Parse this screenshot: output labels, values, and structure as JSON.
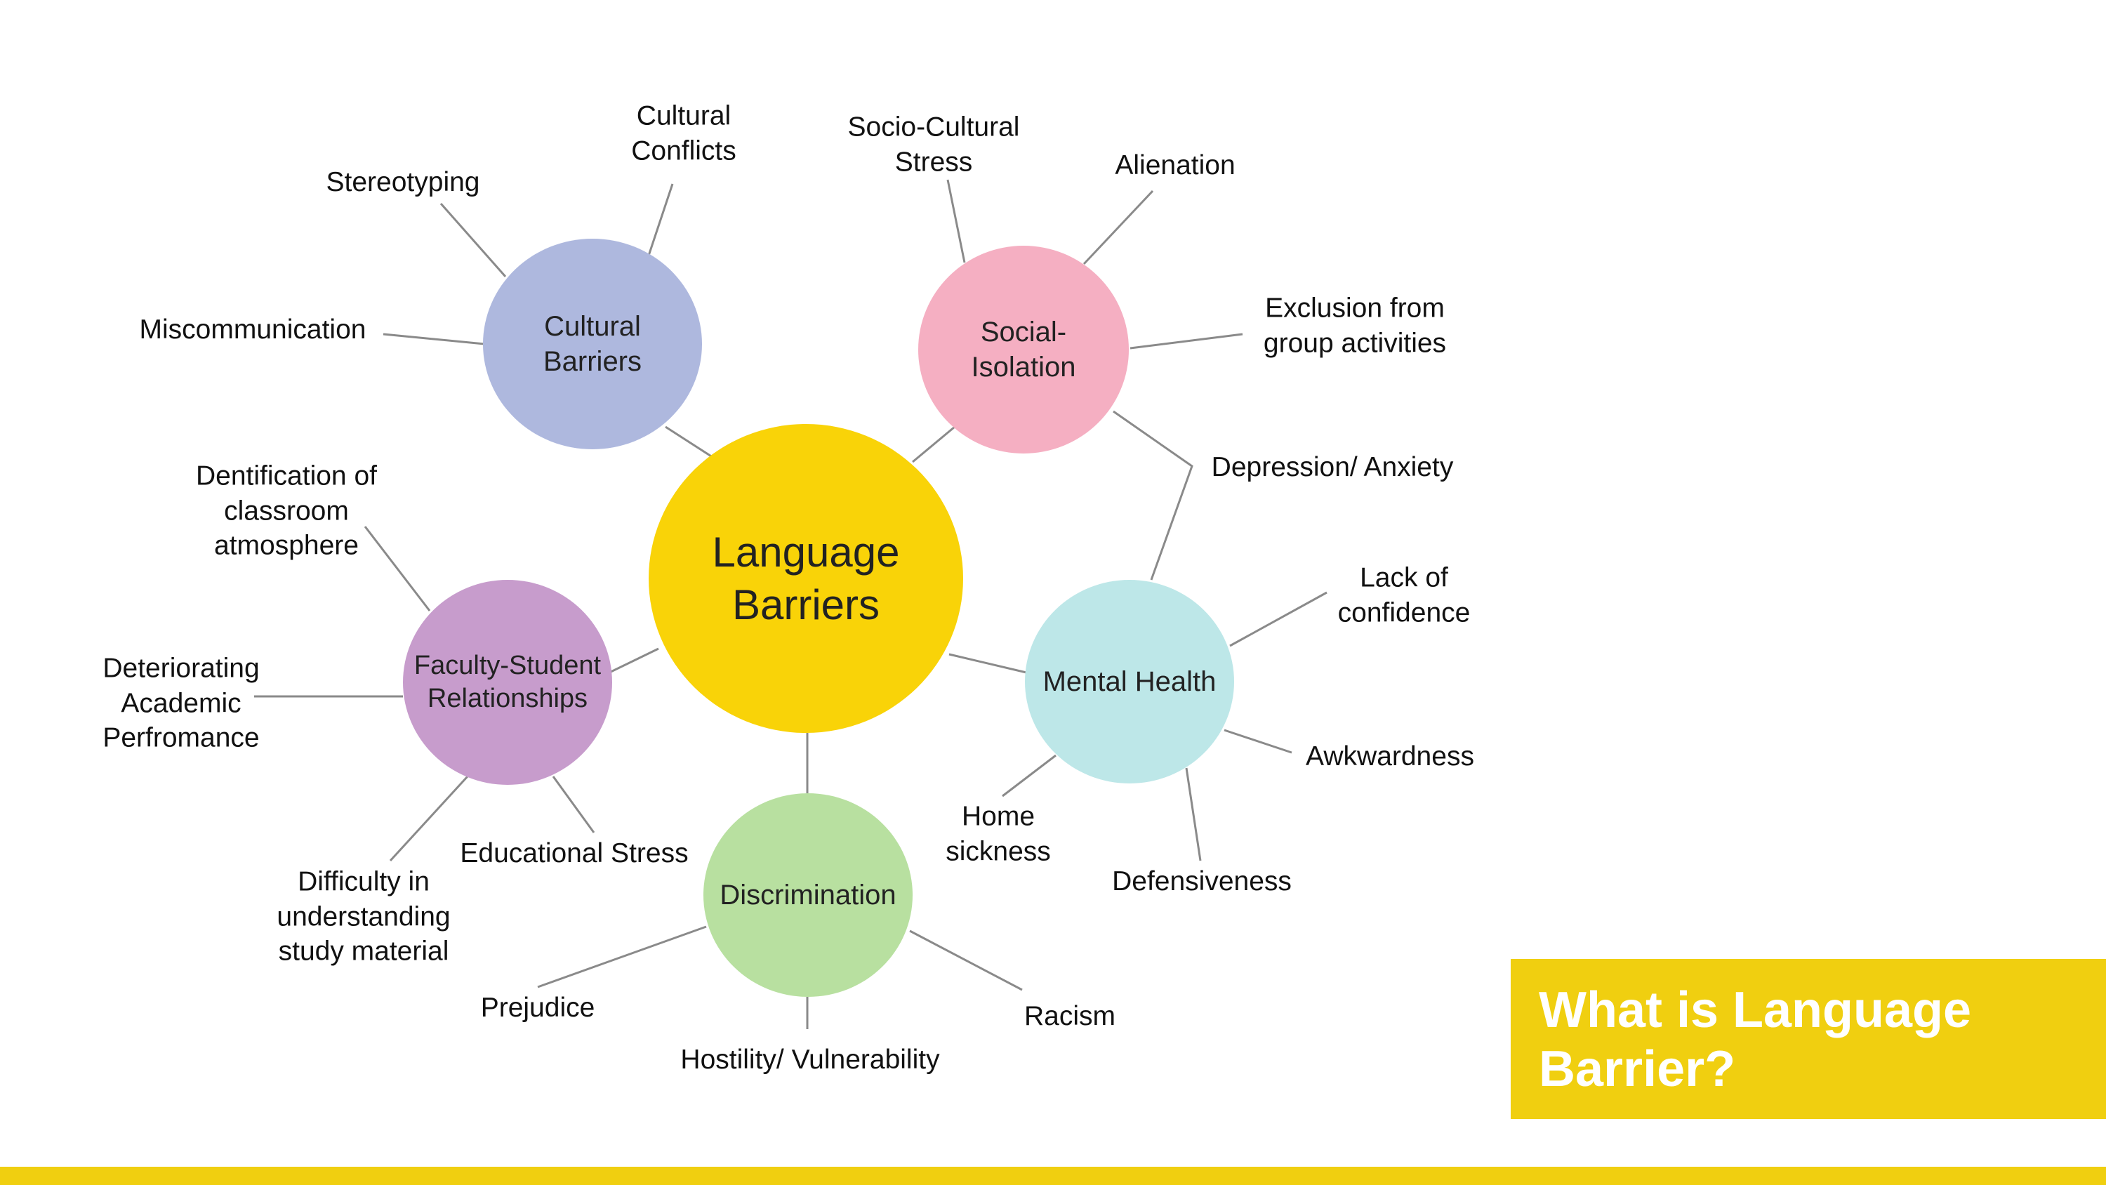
{
  "diagram": {
    "center": {
      "label": "Language\nBarriers",
      "color": "#f9d308"
    },
    "hubs": [
      {
        "id": "cultural",
        "label": "Cultural\nBarriers",
        "color": "#aeb8de",
        "leaves": [
          "Cultural\nConflicts",
          "Stereotyping",
          "Miscommunication"
        ]
      },
      {
        "id": "social",
        "label": "Social-\nIsolation",
        "color": "#f5afc2",
        "leaves": [
          "Socio-Cultural\nStress",
          "Alienation",
          "Exclusion from\ngroup activities",
          "Depression/ Anxiety"
        ]
      },
      {
        "id": "mental",
        "label": "Mental Health",
        "color": "#bde7e8",
        "leaves": [
          "Lack of\nconfidence",
          "Awkwardness",
          "Defensiveness",
          "Home\nsickness"
        ]
      },
      {
        "id": "discrimination",
        "label": "Discrimination",
        "color": "#b8e0a0",
        "leaves": [
          "Racism",
          "Hostility/ Vulnerability",
          "Prejudice"
        ]
      },
      {
        "id": "faculty",
        "label": "Faculty-Student\nRelationships",
        "color": "#c79ccc",
        "leaves": [
          "Dentification of\nclassroom\natmosphere",
          "Deteriorating\nAcademic\nPerfromance",
          "Difficulty in\nunderstanding\nstudy material",
          "Educational Stress"
        ]
      }
    ]
  },
  "callout": {
    "title": "What is Language\nBarrier?",
    "color": "#f0cf10"
  },
  "bottom_bar": {
    "color": "#f0cf10"
  }
}
